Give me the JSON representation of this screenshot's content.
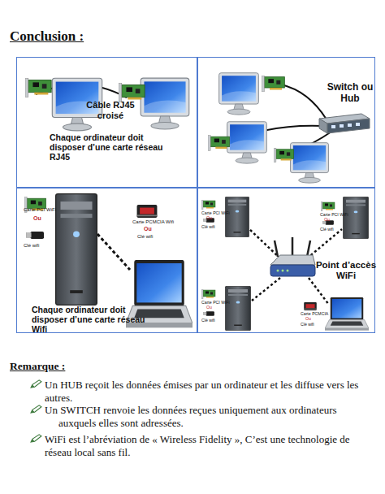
{
  "diagram": {
    "title": "Conclusion :",
    "nodes": [
      {
        "text": [
          "Câble RJ45 croisé",
          "Chaque ordinateur doit disposer d’une carte réseau RJ45"
        ]
      },
      {
        "text": [
          "Switch ou Hub"
        ]
      },
      {
        "text": [
          "Carte PCI WiFi",
          "Ou",
          "Clé wifi",
          "Carte PCMCIA Wifi",
          "Ou",
          "Clé wifi",
          "Chaque ordinateur doit disposer d’une carte réseau Wifi"
        ]
      },
      {
        "text": [
          "Carte PCI WiFi",
          "Ou",
          "Clé wifi",
          "Carte PCI WiFi",
          "Ou",
          "Clé wifi",
          "Point d’accès WiFi",
          "Carte PCI WiFi",
          "Ou",
          "Clé wifi",
          "Carte PCMCIA",
          "Ou",
          "Clé wifi"
        ]
      }
    ],
    "labels": [
      "Remarque :",
      "Un HUB reçoit les données émises par un ordinateur et les diffuse vers les autres.",
      "Un SWITCH renvoie les données reçues uniquement aux ordinateurs auxquels elles sont adressées.",
      "WiFi est l’abréviation de « Wireless Fidelity », C’est une technologie de réseau local sans fil."
    ]
  }
}
